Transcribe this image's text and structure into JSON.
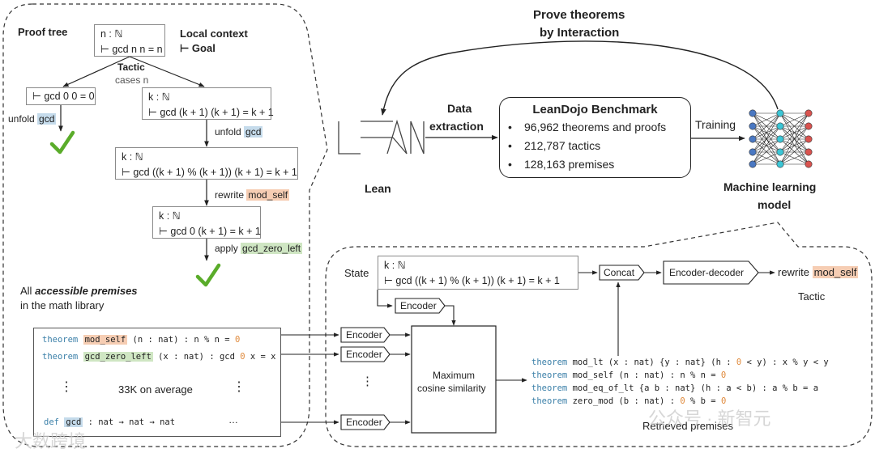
{
  "proof_tree": {
    "section_title": "Proof tree",
    "legend": {
      "context": "Local context",
      "goal": "⊢ Goal",
      "tactic": "Tactic"
    },
    "root": {
      "context": "n : ℕ",
      "goal": "⊢ gcd n n = n"
    },
    "root_tactic": "cases n",
    "left": {
      "goal": "⊢ gcd 0 0 = 0",
      "tactic_prefix": "unfold",
      "tactic_term": "gcd"
    },
    "right1": {
      "context": "k : ℕ",
      "goal": "⊢ gcd (k + 1) (k + 1) = k + 1",
      "tactic_prefix": "unfold",
      "tactic_term": "gcd"
    },
    "right2": {
      "context": "k : ℕ",
      "goal": "⊢  gcd ((k + 1) % (k + 1)) (k + 1) = k + 1",
      "tactic_prefix": "rewrite",
      "tactic_term": "mod_self"
    },
    "right3": {
      "context": "k : ℕ",
      "goal": "⊢ gcd 0 (k + 1) = k + 1",
      "tactic_prefix": "apply",
      "tactic_term": "gcd_zero_left"
    },
    "check_icon": "check-icon"
  },
  "premises": {
    "title_prefix": "All ",
    "title_emph": "accessible premises",
    "subtitle": "in the math library",
    "lines": [
      {
        "kw": "theorem",
        "name": "mod_self",
        "sig_a": " (n : nat) : n % n = ",
        "num": "0",
        "sig_b": ""
      },
      {
        "kw": "theorem",
        "name": "gcd_zero_left",
        "sig_a": " (x : nat) : gcd ",
        "num": "0",
        "sig_b": " x = x"
      }
    ],
    "dots_left": "⋮",
    "count": "33K on average",
    "dots_right": "⋮",
    "def_line": {
      "kw": "def",
      "name": "gcd",
      "sig": " : nat → nat → nat"
    },
    "ellipsis": "…"
  },
  "top": {
    "loop_label_1": "Prove theorems",
    "loop_label_2": "by Interaction",
    "lean_label": "Lean",
    "data_extraction_1": "Data",
    "data_extraction_2": "extraction",
    "benchmark": {
      "title": "LeanDojo Benchmark",
      "items": [
        "96,962 theorems and proofs",
        "212,787 tactics",
        "128,163 premises"
      ]
    },
    "training_label": "Training",
    "model_label_1": "Machine learning",
    "model_label_2": "model"
  },
  "retrieval": {
    "state_label": "State",
    "state": {
      "context": "k : ℕ",
      "goal": "⊢  gcd ((k + 1) % (k + 1)) (k + 1) = k + 1"
    },
    "encoder_label": "Encoder",
    "concat_label": "Concat",
    "encdec_label": "Encoder-decoder",
    "output_prefix": "rewrite",
    "output_term": "mod_self",
    "tactic_label": "Tactic",
    "similarity_1": "Maximum",
    "similarity_2": "cosine similarity",
    "dots": "⋮",
    "retrieved": [
      {
        "kw": "theorem",
        "rest_a": " mod_lt (x : nat) {y : nat} (h : ",
        "num": "0",
        "rest_b": " < y) : x % y < y",
        "num2": ""
      },
      {
        "kw": "theorem",
        "rest_a": " mod_self (n : nat) : n % n = ",
        "num": "0",
        "rest_b": "",
        "num2": ""
      },
      {
        "kw": "theorem",
        "rest_a": " mod_eq_of_lt {a b : nat} (h : a < b) : a % b = a",
        "num": "",
        "rest_b": "",
        "num2": ""
      },
      {
        "kw": "theorem",
        "rest_a": " zero_mod (b : nat) : ",
        "num": "0",
        "rest_b": " % b = ",
        "num2": "0"
      }
    ],
    "retrieved_label": "Retrieved premises"
  },
  "watermarks": {
    "left": "大数跨境",
    "right": "公众号 · 新智元"
  },
  "colors": {
    "highlight_blue": "#c5dbeb",
    "highlight_orange": "#f6cdb3",
    "highlight_green": "#cfe6c3",
    "keyword": "#3a7fa8",
    "number": "#e08a3c",
    "check": "#5aac2a",
    "node_blue": "#4a78c2",
    "node_cyan": "#3cc6d6",
    "node_red": "#d9534f"
  }
}
